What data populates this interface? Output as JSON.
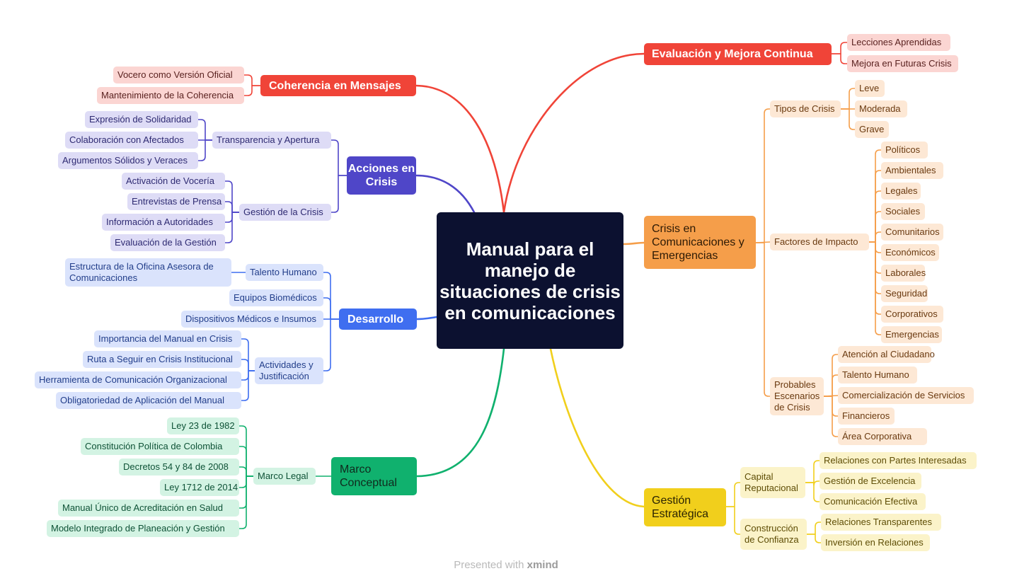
{
  "central": {
    "label": "Manual para el manejo de situaciones de crisis en comunicaciones"
  },
  "branches": [
    {
      "id": "evaluacion",
      "label": "Evaluación y Mejora Continua",
      "color": "#f04438",
      "children": [
        {
          "label": "Lecciones Aprendidas"
        },
        {
          "label": "Mejora en Futuras Crisis"
        }
      ]
    },
    {
      "id": "crisis",
      "label": "Crisis en Comunicaciones y Emergencias",
      "color": "#f59e4a",
      "children": [
        {
          "label": "Tipos de Crisis",
          "children": [
            {
              "label": "Leve"
            },
            {
              "label": "Moderada"
            },
            {
              "label": "Grave"
            }
          ]
        },
        {
          "label": "Factores de Impacto",
          "children": [
            {
              "label": "Políticos"
            },
            {
              "label": "Ambientales"
            },
            {
              "label": "Legales"
            },
            {
              "label": "Sociales"
            },
            {
              "label": "Comunitarios"
            },
            {
              "label": "Económicos"
            },
            {
              "label": "Laborales"
            },
            {
              "label": "Seguridad"
            },
            {
              "label": "Corporativos"
            },
            {
              "label": "Emergencias"
            }
          ]
        },
        {
          "label": "Probables Escenarios de Crisis",
          "children": [
            {
              "label": "Atención al Ciudadano"
            },
            {
              "label": "Talento Humano"
            },
            {
              "label": "Comercialización de Servicios"
            },
            {
              "label": "Financieros"
            },
            {
              "label": "Área Corporativa"
            }
          ]
        }
      ]
    },
    {
      "id": "gestion",
      "label": "Gestión Estratégica",
      "color": "#f1cf1c",
      "children": [
        {
          "label": "Capital Reputacional",
          "children": [
            {
              "label": "Relaciones con Partes Interesadas"
            },
            {
              "label": "Gestión de Excelencia"
            },
            {
              "label": "Comunicación Efectiva"
            }
          ]
        },
        {
          "label": "Construcción de Confianza",
          "children": [
            {
              "label": "Relaciones Transparentes"
            },
            {
              "label": "Inversión en Relaciones"
            }
          ]
        }
      ]
    },
    {
      "id": "coherencia",
      "label": "Coherencia en Mensajes",
      "color": "#f04438",
      "children": [
        {
          "label": "Vocero como Versión Oficial"
        },
        {
          "label": "Mantenimiento de la Coherencia"
        }
      ]
    },
    {
      "id": "acciones",
      "label": "Acciones en Crisis",
      "color": "#4f46c8",
      "children": [
        {
          "label": "Transparencia y Apertura",
          "children": [
            {
              "label": "Expresión de Solidaridad"
            },
            {
              "label": "Colaboración con Afectados"
            },
            {
              "label": "Argumentos Sólidos y Veraces"
            }
          ]
        },
        {
          "label": "Gestión de la Crisis",
          "children": [
            {
              "label": "Activación de Vocería"
            },
            {
              "label": "Entrevistas de Prensa"
            },
            {
              "label": "Información a Autoridades"
            },
            {
              "label": "Evaluación de la Gestión"
            }
          ]
        }
      ]
    },
    {
      "id": "desarrollo",
      "label": "Desarrollo",
      "color": "#3f6ef0",
      "children": [
        {
          "label": "Talento Humano",
          "children": [
            {
              "label": "Estructura de la Oficina Asesora de Comunicaciones"
            }
          ]
        },
        {
          "label": "Equipos Biomédicos"
        },
        {
          "label": "Dispositivos Médicos e Insumos"
        },
        {
          "label": "Actividades y Justificación",
          "children": [
            {
              "label": "Importancia del Manual en Crisis"
            },
            {
              "label": "Ruta a Seguir en Crisis Institucional"
            },
            {
              "label": "Herramienta de Comunicación Organizacional"
            },
            {
              "label": "Obligatoriedad de Aplicación del Manual"
            }
          ]
        }
      ]
    },
    {
      "id": "marco",
      "label": "Marco Conceptual",
      "color": "#10b16e",
      "children": [
        {
          "label": "Marco Legal",
          "children": [
            {
              "label": "Ley 23 de 1982"
            },
            {
              "label": "Constitución Política de Colombia"
            },
            {
              "label": "Decretos 54 y 84 de 2008"
            },
            {
              "label": "Ley 1712 de 2014"
            },
            {
              "label": "Manual Único de Acreditación en Salud"
            },
            {
              "label": "Modelo Integrado de Planeación y Gestión"
            }
          ]
        }
      ]
    }
  ],
  "footer": {
    "prefix": "Presented with",
    "brand": "xmind"
  }
}
